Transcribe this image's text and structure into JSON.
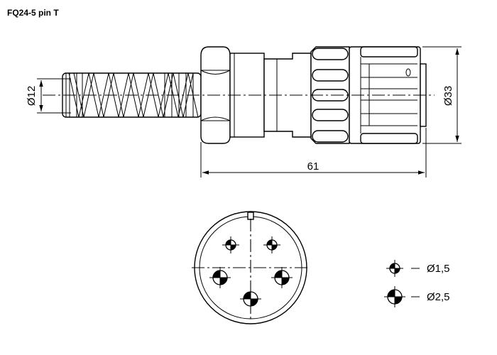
{
  "title": "FQ24-5 pin T",
  "dimensions": {
    "length": "61",
    "cable_diameter": "Ø12",
    "body_diameter": "Ø33"
  },
  "legend": [
    {
      "symbol": "small-pin-symbol",
      "label": "Ø1,5"
    },
    {
      "symbol": "large-pin-symbol",
      "label": "Ø2,5"
    }
  ]
}
